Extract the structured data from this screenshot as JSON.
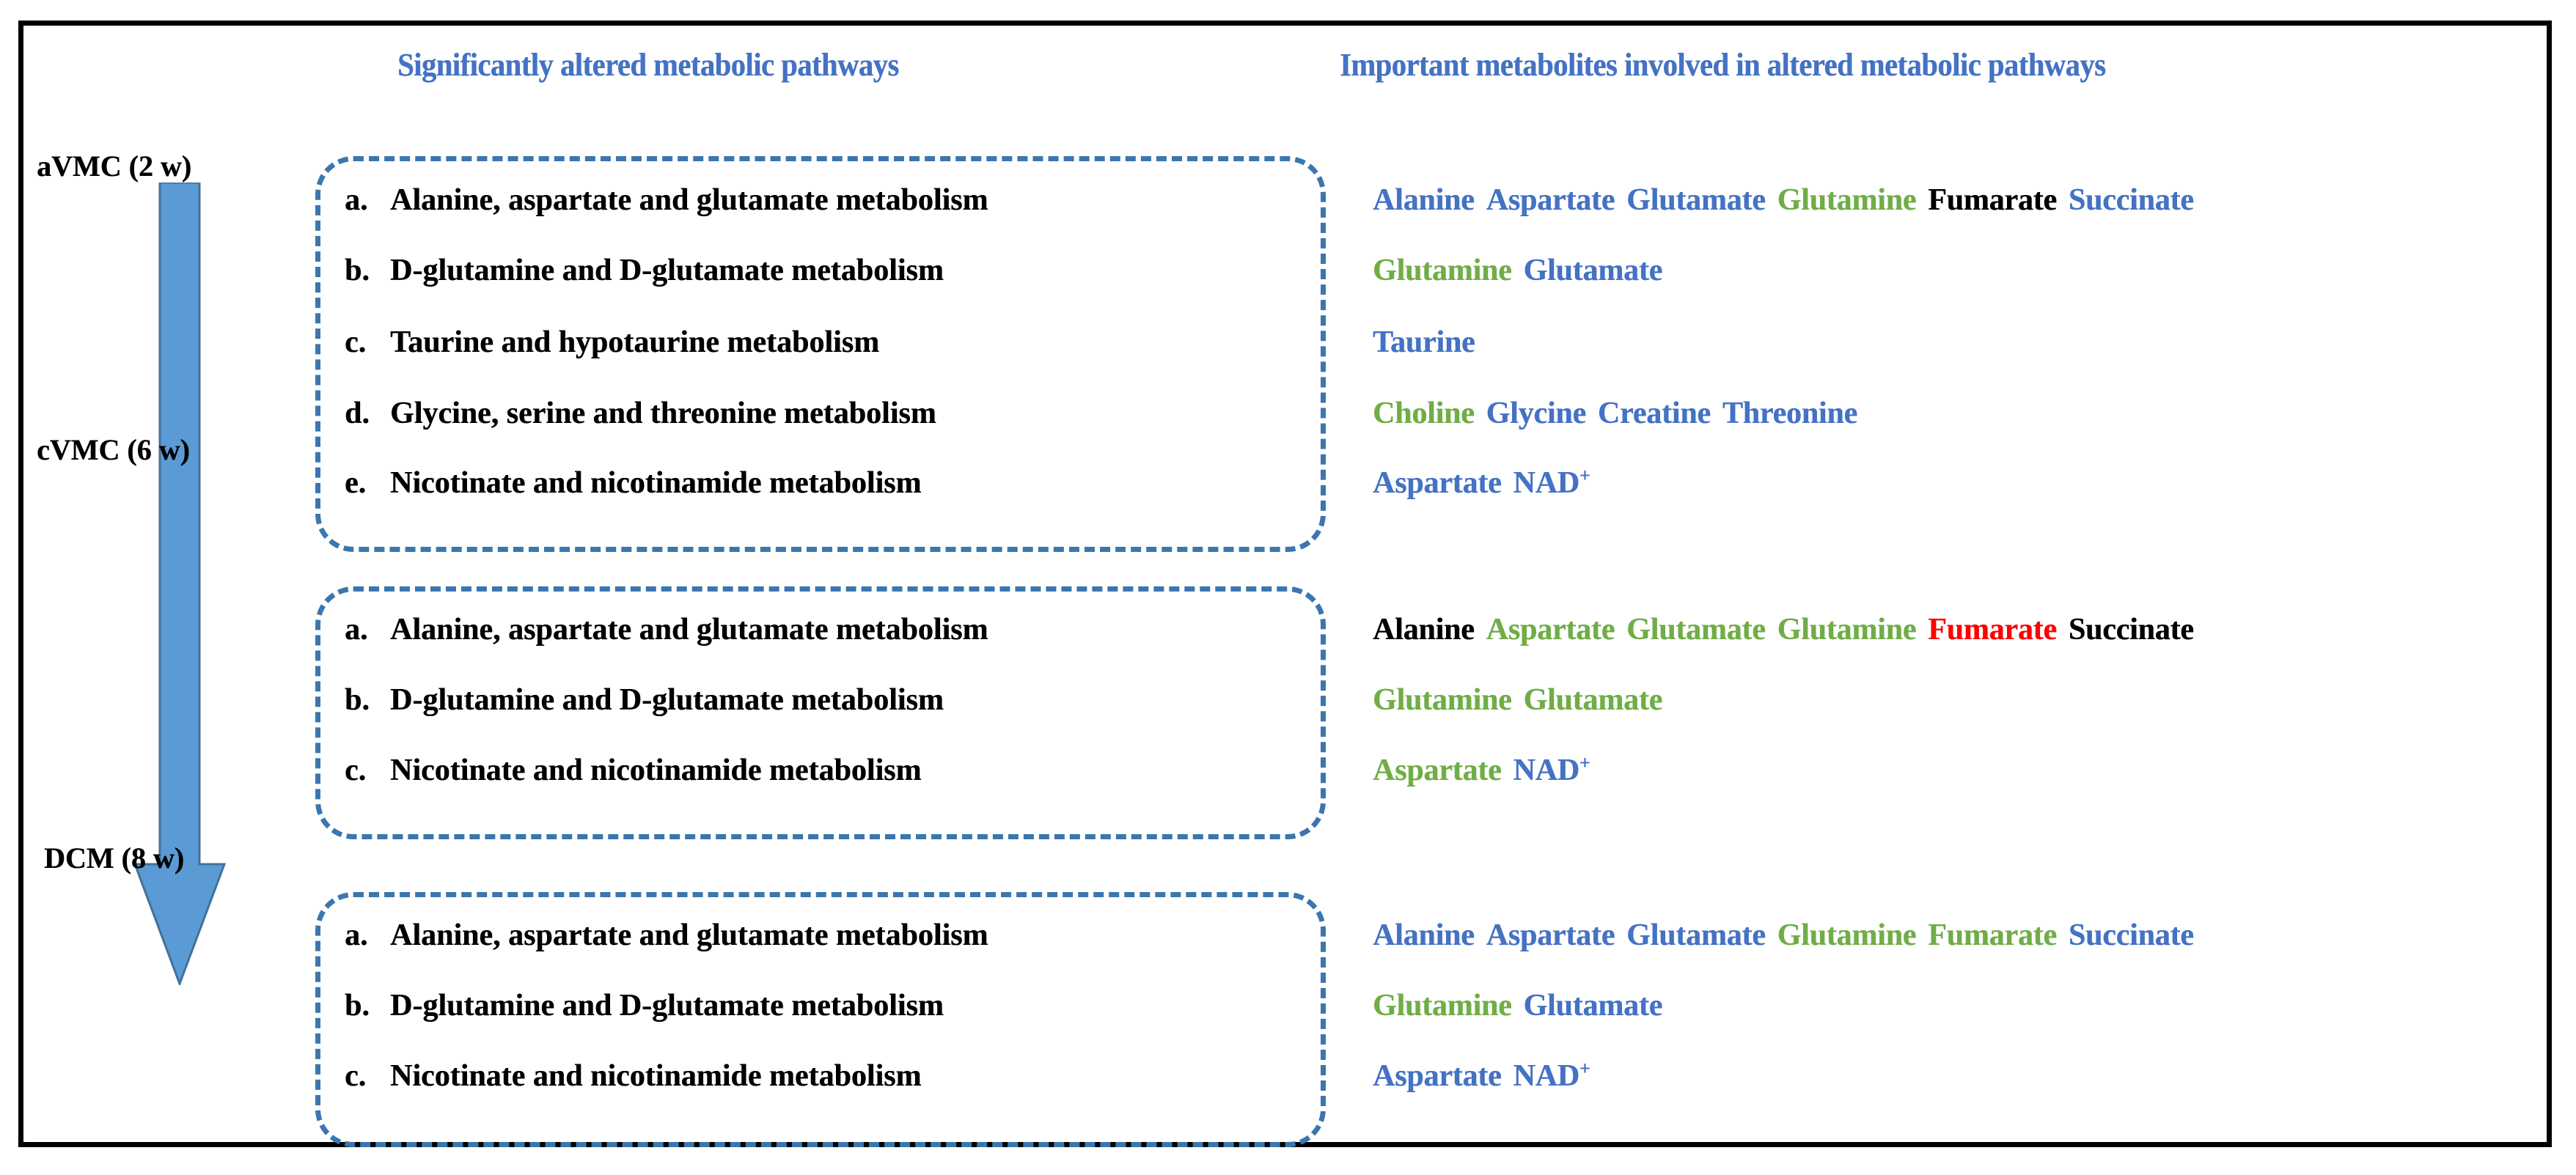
{
  "figure": {
    "headers": {
      "pathways": "Significantly altered metabolic pathways",
      "metabolites": "Important metabolites involved in altered metabolic pathways"
    },
    "colors": {
      "blue": "#4472C4",
      "green": "#70AD47",
      "black": "#000000",
      "red": "#FF0000",
      "dashed_border": "#3B76AF",
      "arrow_fill": "#5B9BD5",
      "arrow_stroke": "#41719C",
      "outer_border": "#000000"
    },
    "arrow": {
      "name": "disease-progression-arrow",
      "direction": "down"
    },
    "stages": [
      {
        "label": "aVMC (2 w)",
        "pathways": [
          {
            "marker": "a.",
            "text": "Alanine, aspartate and glutamate metabolism"
          },
          {
            "marker": "b.",
            "text": "D-glutamine and D-glutamate metabolism"
          },
          {
            "marker": "c.",
            "text": "Taurine and hypotaurine metabolism"
          },
          {
            "marker": "d.",
            "text": "Glycine, serine and threonine metabolism"
          },
          {
            "marker": "e.",
            "text": "Nicotinate and nicotinamide metabolism"
          }
        ],
        "metabolites": [
          [
            {
              "name": "Alanine",
              "color": "#4472C4"
            },
            {
              "name": "Aspartate",
              "color": "#4472C4"
            },
            {
              "name": "Glutamate",
              "color": "#4472C4"
            },
            {
              "name": "Glutamine",
              "color": "#70AD47"
            },
            {
              "name": "Fumarate",
              "color": "#000000"
            },
            {
              "name": "Succinate",
              "color": "#4472C4"
            }
          ],
          [
            {
              "name": "Glutamine",
              "color": "#70AD47"
            },
            {
              "name": "Glutamate",
              "color": "#4472C4"
            }
          ],
          [
            {
              "name": "Taurine",
              "color": "#4472C4"
            }
          ],
          [
            {
              "name": "Choline",
              "color": "#70AD47"
            },
            {
              "name": "Glycine",
              "color": "#4472C4"
            },
            {
              "name": "Creatine",
              "color": "#4472C4"
            },
            {
              "name": "Threonine",
              "color": "#4472C4"
            }
          ],
          [
            {
              "name": "Aspartate",
              "color": "#4472C4"
            },
            {
              "name": "NAD",
              "color": "#4472C4",
              "sup": "+"
            }
          ]
        ]
      },
      {
        "label": "cVMC (6 w)",
        "pathways": [
          {
            "marker": "a.",
            "text": "Alanine, aspartate and glutamate metabolism"
          },
          {
            "marker": "b.",
            "text": "D-glutamine and D-glutamate metabolism"
          },
          {
            "marker": "c.",
            "text": "Nicotinate and nicotinamide metabolism"
          }
        ],
        "metabolites": [
          [
            {
              "name": "Alanine",
              "color": "#000000"
            },
            {
              "name": "Aspartate",
              "color": "#70AD47"
            },
            {
              "name": "Glutamate",
              "color": "#70AD47"
            },
            {
              "name": "Glutamine",
              "color": "#70AD47"
            },
            {
              "name": "Fumarate",
              "color": "#FF0000"
            },
            {
              "name": "Succinate",
              "color": "#000000"
            }
          ],
          [
            {
              "name": "Glutamine",
              "color": "#70AD47"
            },
            {
              "name": "Glutamate",
              "color": "#70AD47"
            }
          ],
          [
            {
              "name": "Aspartate",
              "color": "#70AD47"
            },
            {
              "name": "NAD",
              "color": "#4472C4",
              "sup": "+"
            }
          ]
        ]
      },
      {
        "label": "DCM (8 w)",
        "pathways": [
          {
            "marker": "a.",
            "text": "Alanine, aspartate and glutamate metabolism"
          },
          {
            "marker": "b.",
            "text": "D-glutamine and D-glutamate metabolism"
          },
          {
            "marker": "c.",
            "text": "Nicotinate and nicotinamide metabolism"
          }
        ],
        "metabolites": [
          [
            {
              "name": "Alanine",
              "color": "#4472C4"
            },
            {
              "name": "Aspartate",
              "color": "#4472C4"
            },
            {
              "name": "Glutamate",
              "color": "#4472C4"
            },
            {
              "name": "Glutamine",
              "color": "#70AD47"
            },
            {
              "name": "Fumarate",
              "color": "#70AD47"
            },
            {
              "name": "Succinate",
              "color": "#4472C4"
            }
          ],
          [
            {
              "name": "Glutamine",
              "color": "#70AD47"
            },
            {
              "name": "Glutamate",
              "color": "#4472C4"
            }
          ],
          [
            {
              "name": "Aspartate",
              "color": "#4472C4"
            },
            {
              "name": "NAD",
              "color": "#4472C4",
              "sup": "+"
            }
          ]
        ]
      }
    ]
  }
}
